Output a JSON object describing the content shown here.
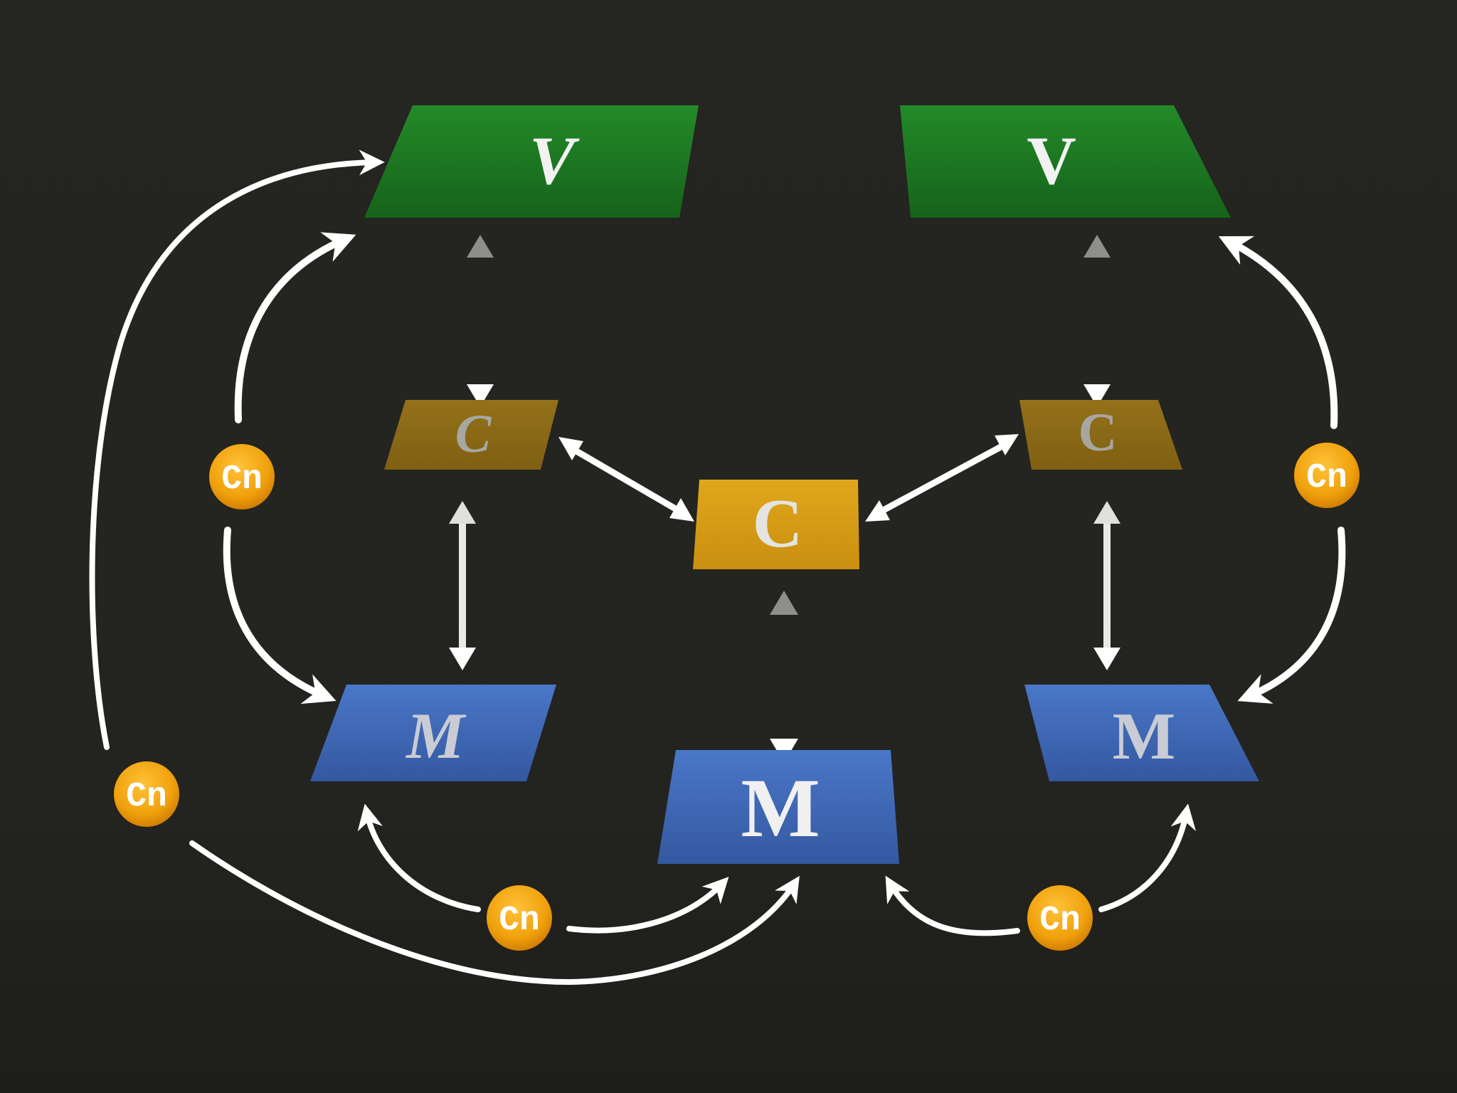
{
  "diagram": {
    "nodes": {
      "view_left": {
        "label": "V",
        "kind": "view"
      },
      "view_right": {
        "label": "V",
        "kind": "view"
      },
      "controller_left": {
        "label": "C",
        "kind": "controller-faded"
      },
      "controller_right": {
        "label": "C",
        "kind": "controller-faded"
      },
      "controller_center": {
        "label": "C",
        "kind": "controller"
      },
      "model_left": {
        "label": "M",
        "kind": "model"
      },
      "model_right": {
        "label": "M",
        "kind": "model"
      },
      "model_center": {
        "label": "M",
        "kind": "model"
      }
    },
    "connectors": [
      {
        "id": "cn-left",
        "label": "Cn"
      },
      {
        "id": "cn-right",
        "label": "Cn"
      },
      {
        "id": "cn-outer-left",
        "label": "Cn"
      },
      {
        "id": "cn-bottom-left",
        "label": "Cn"
      },
      {
        "id": "cn-bottom-right",
        "label": "Cn"
      }
    ],
    "colors": {
      "view": "#1f7a24",
      "controller": "#d49a17",
      "controller_faded": "#8a6a14",
      "model": "#3f68b8",
      "connector": "#f0a10c",
      "arrow": "#ffffff",
      "label": "#f2f2f2"
    }
  }
}
